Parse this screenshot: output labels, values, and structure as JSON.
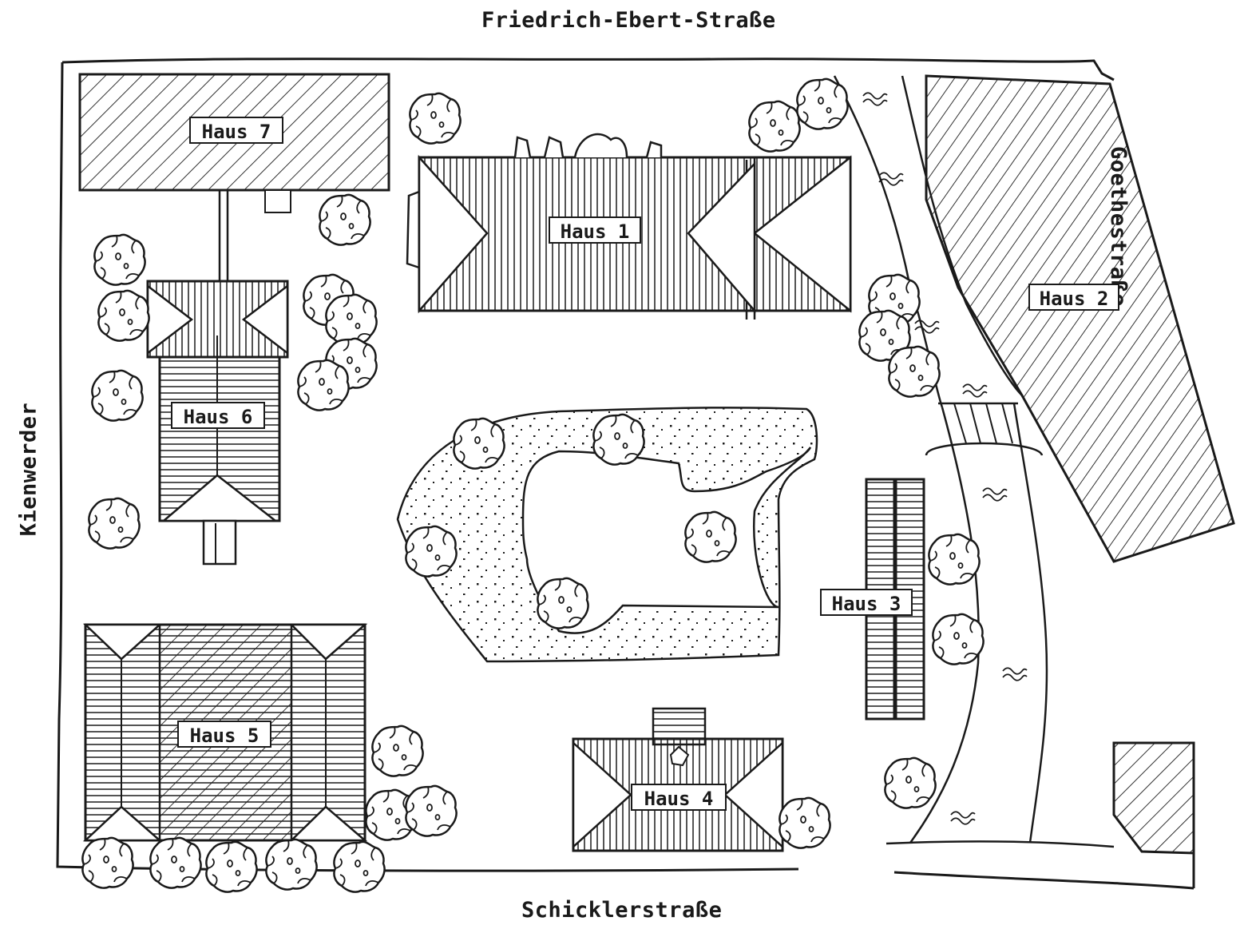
{
  "map": {
    "streets": {
      "north": "Friedrich-Ebert-Straße",
      "east": "Goethestraße",
      "south": "Schicklerstraße",
      "west": "Kienwerder"
    },
    "buildings": [
      {
        "label": "Haus 1"
      },
      {
        "label": "Haus 2"
      },
      {
        "label": "Haus 3"
      },
      {
        "label": "Haus 4"
      },
      {
        "label": "Haus 5"
      },
      {
        "label": "Haus 6"
      },
      {
        "label": "Haus 7"
      }
    ],
    "colors": {
      "ink": "#1a1a1a",
      "paper": "#ffffff"
    }
  }
}
